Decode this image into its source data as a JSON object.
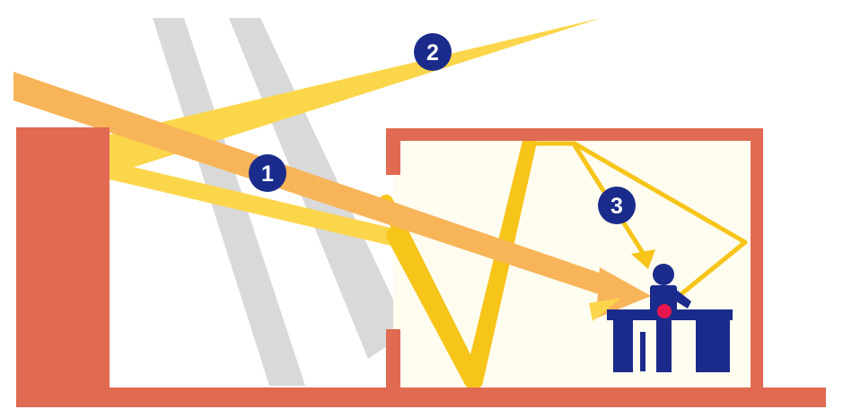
{
  "colors": {
    "background": "#ffffff",
    "building_wall": "#e06a52",
    "room_interior": "#fffdf0",
    "sunlight": "#fcd64a",
    "sunlight_bright": "#f7c419",
    "direct_beam": "#f8b458",
    "skylight": "#d9d9d9",
    "occupant": "#1b2b8c",
    "heat_point": "#e6174d"
  },
  "markers": [
    {
      "id": "1",
      "label": "1"
    },
    {
      "id": "2",
      "label": "2"
    },
    {
      "id": "3",
      "label": "3"
    }
  ]
}
